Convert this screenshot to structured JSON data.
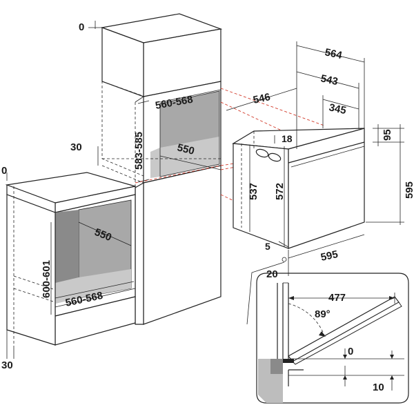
{
  "labels": {
    "tall_top_offset": "0",
    "tall_opening_width": "560-568",
    "tall_opening_height": "583-585",
    "tall_depth": "550",
    "tall_vent": "30",
    "base_top_offset": "0",
    "base_depth": "550",
    "base_opening_height": "600-601",
    "base_opening_width": "560-568",
    "base_vent": "30",
    "oven_depth_total": "564",
    "oven_depth_body": "543",
    "oven_depth_side": "546",
    "oven_depth_recess": "345",
    "oven_top_gap": "18",
    "oven_panel_height": "95",
    "oven_body_height_a": "537",
    "oven_body_height_b": "572",
    "oven_total_height": "595",
    "oven_width": "595",
    "oven_bottom_gap": "5",
    "oven_front_offset": "20",
    "door_open_depth": "477",
    "door_angle": "89°",
    "door_gap_top": "0",
    "door_gap_bottom": "10"
  },
  "colors": {
    "cavity_gray": "#a8a8a8",
    "guide_red": "#d23a2a",
    "line": "#222222"
  }
}
